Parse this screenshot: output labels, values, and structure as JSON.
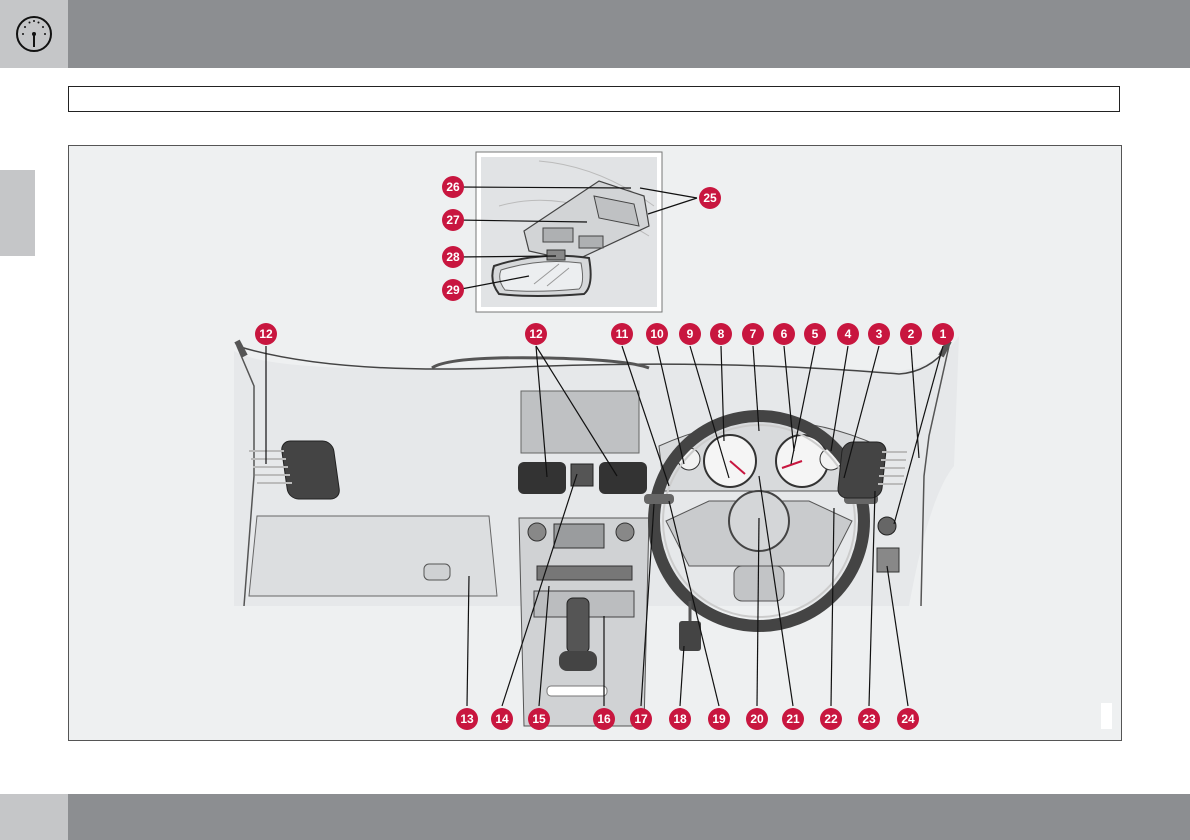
{
  "header": {
    "icon": "speedometer-icon",
    "title": ""
  },
  "figure": {
    "callouts_main": [
      "1",
      "2",
      "3",
      "4",
      "5",
      "6",
      "7",
      "8",
      "9",
      "10",
      "11",
      "12",
      "12",
      "13",
      "14",
      "15",
      "16",
      "17",
      "18",
      "19",
      "20",
      "21",
      "22",
      "23",
      "24"
    ],
    "callouts_inset": [
      "25",
      "26",
      "27",
      "28",
      "29"
    ]
  },
  "colors": {
    "bar": "#8c8e91",
    "tab": "#c5c6c8",
    "callout": "#c8163f",
    "figure_bg": "#eef0f1"
  }
}
